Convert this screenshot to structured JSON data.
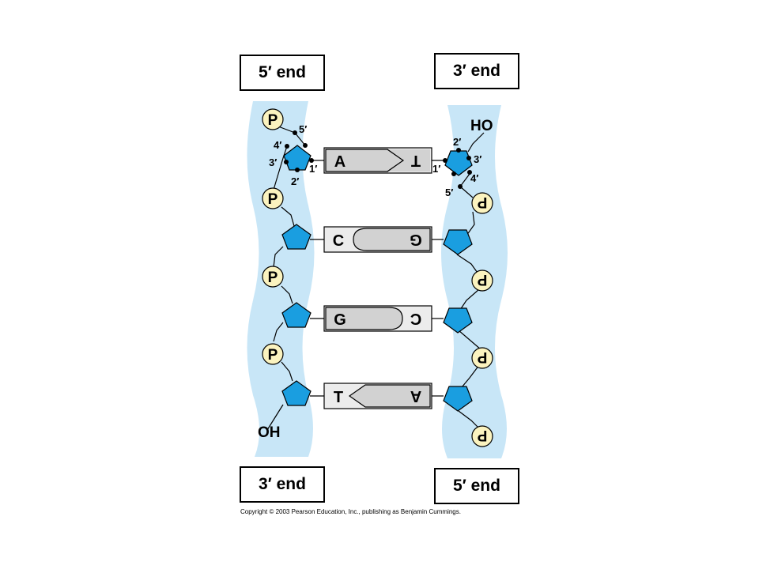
{
  "strand_left": {
    "top_label": "5′ end",
    "bottom_label": "3′ end",
    "phosphate_label": "P",
    "terminal_group": "OH",
    "carbon_labels": [
      "5′",
      "4′",
      "3′",
      "2′",
      "1′"
    ]
  },
  "strand_right": {
    "top_label": "3′ end",
    "bottom_label": "5′ end",
    "phosphate_label": "P",
    "terminal_group": "HO",
    "carbon_labels": [
      "2′",
      "3′",
      "4′",
      "5′",
      "1′"
    ]
  },
  "base_pairs": [
    {
      "left": "A",
      "right": "T"
    },
    {
      "left": "C",
      "right": "G"
    },
    {
      "left": "G",
      "right": "C"
    },
    {
      "left": "T",
      "right": "A"
    }
  ],
  "colors": {
    "backbone": "#c8e6f7",
    "sugar": "#1a9ee0",
    "phosphate": "#fbf3bf",
    "base": "#d2d2d2"
  },
  "copyright": "Copyright © 2003 Pearson Education, Inc., publishing as Benjamin Cummings."
}
